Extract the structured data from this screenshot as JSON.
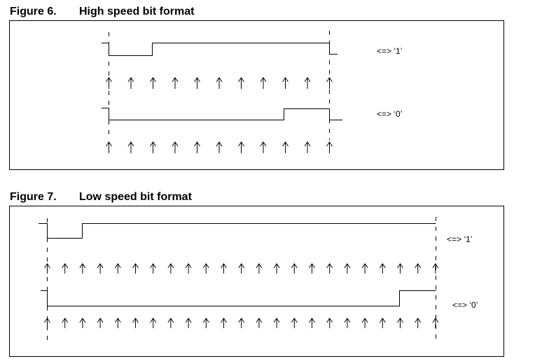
{
  "figures": [
    {
      "number": "Figure 6.",
      "title": "High speed bit format",
      "labels": {
        "one": "<=> ‘1’",
        "zero": "<=> ‘0’"
      }
    },
    {
      "number": "Figure 7.",
      "title": "Low speed bit format",
      "labels": {
        "one": "<=> ‘1’",
        "zero": "<=> ‘0’"
      }
    }
  ]
}
